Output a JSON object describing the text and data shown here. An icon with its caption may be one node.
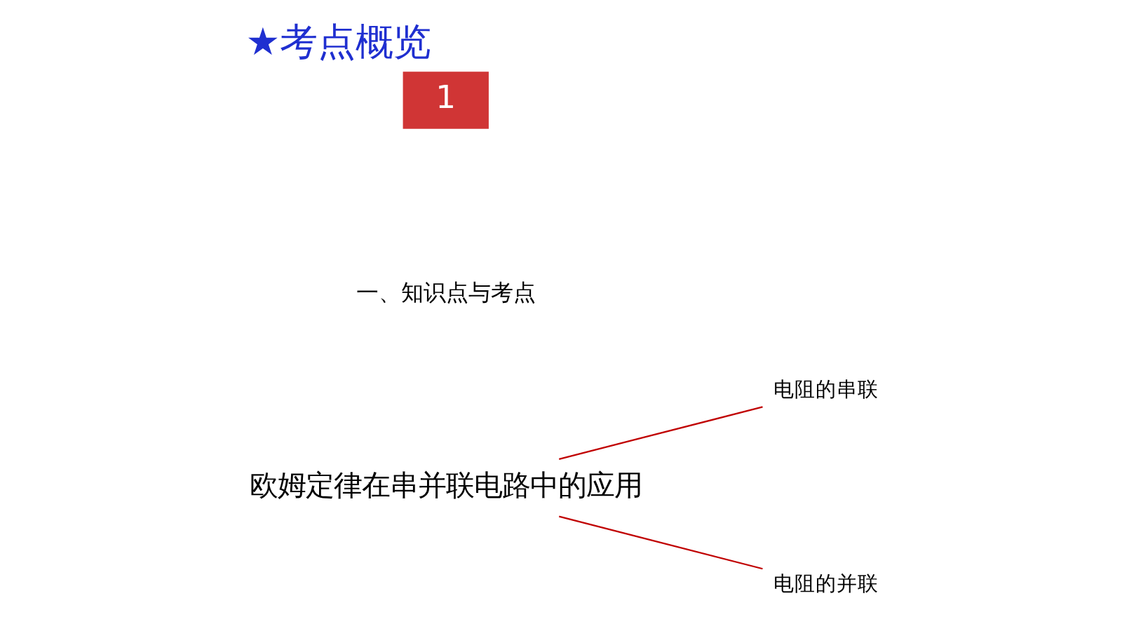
{
  "diagram": {
    "title": "★考点概览",
    "nodes": [
      {
        "text": [
          "欧姆定律在串并联电路中的应用"
        ]
      },
      {
        "text": [
          "电阻的串联"
        ]
      },
      {
        "text": [
          "电阻的并联"
        ]
      }
    ],
    "edges": [
      {
        "from": 0,
        "to": 1,
        "arrow": "none",
        "color": "#c00000"
      },
      {
        "from": 0,
        "to": 2,
        "arrow": "none",
        "color": "#c00000"
      }
    ],
    "labels": [
      "1",
      "一、知识点与考点"
    ]
  }
}
